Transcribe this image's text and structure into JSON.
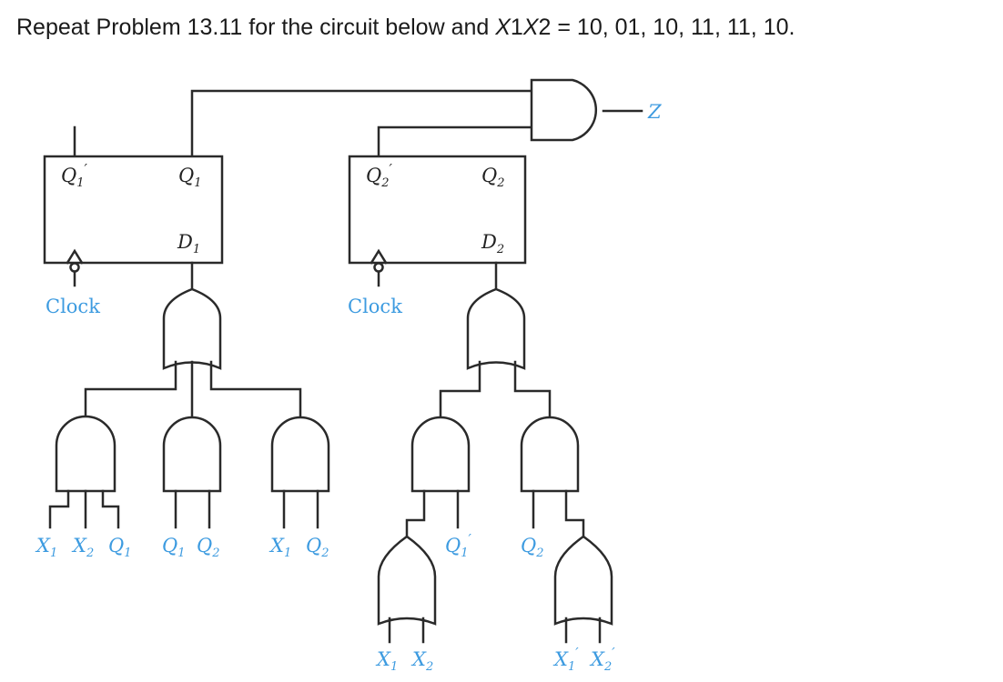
{
  "problem": {
    "prefix": "Repeat Problem 13.11 for the circuit below and ",
    "var1": "X",
    "var1_idx": "1",
    "var2": "X",
    "var2_idx": "2",
    "sequence": " = 10, 01, 10, 11, 11, 10."
  },
  "circuit": {
    "output_label": "Z",
    "clock_label": "Clock",
    "ff1": {
      "q_bar": "Q",
      "q_bar_sub": "1",
      "q": "Q",
      "q_sub": "1",
      "d": "D",
      "d_sub": "1"
    },
    "ff2": {
      "q_bar": "Q",
      "q_bar_sub": "2",
      "q": "Q",
      "q_sub": "2",
      "d": "D",
      "d_sub": "2"
    },
    "inputs": {
      "and1": [
        "X1",
        "X2",
        "Q1"
      ],
      "and2": [
        "Q1",
        "Q2"
      ],
      "and3": [
        "X1",
        "Q2"
      ],
      "and4_right": "Q1'",
      "and5_left": "Q2",
      "or_bottom_left": [
        "X1",
        "X2"
      ],
      "or_bottom_right": [
        "X1'",
        "X2'"
      ]
    },
    "colors": {
      "input_labels": "#3d9be0",
      "wires": "#2a2a2a"
    }
  }
}
